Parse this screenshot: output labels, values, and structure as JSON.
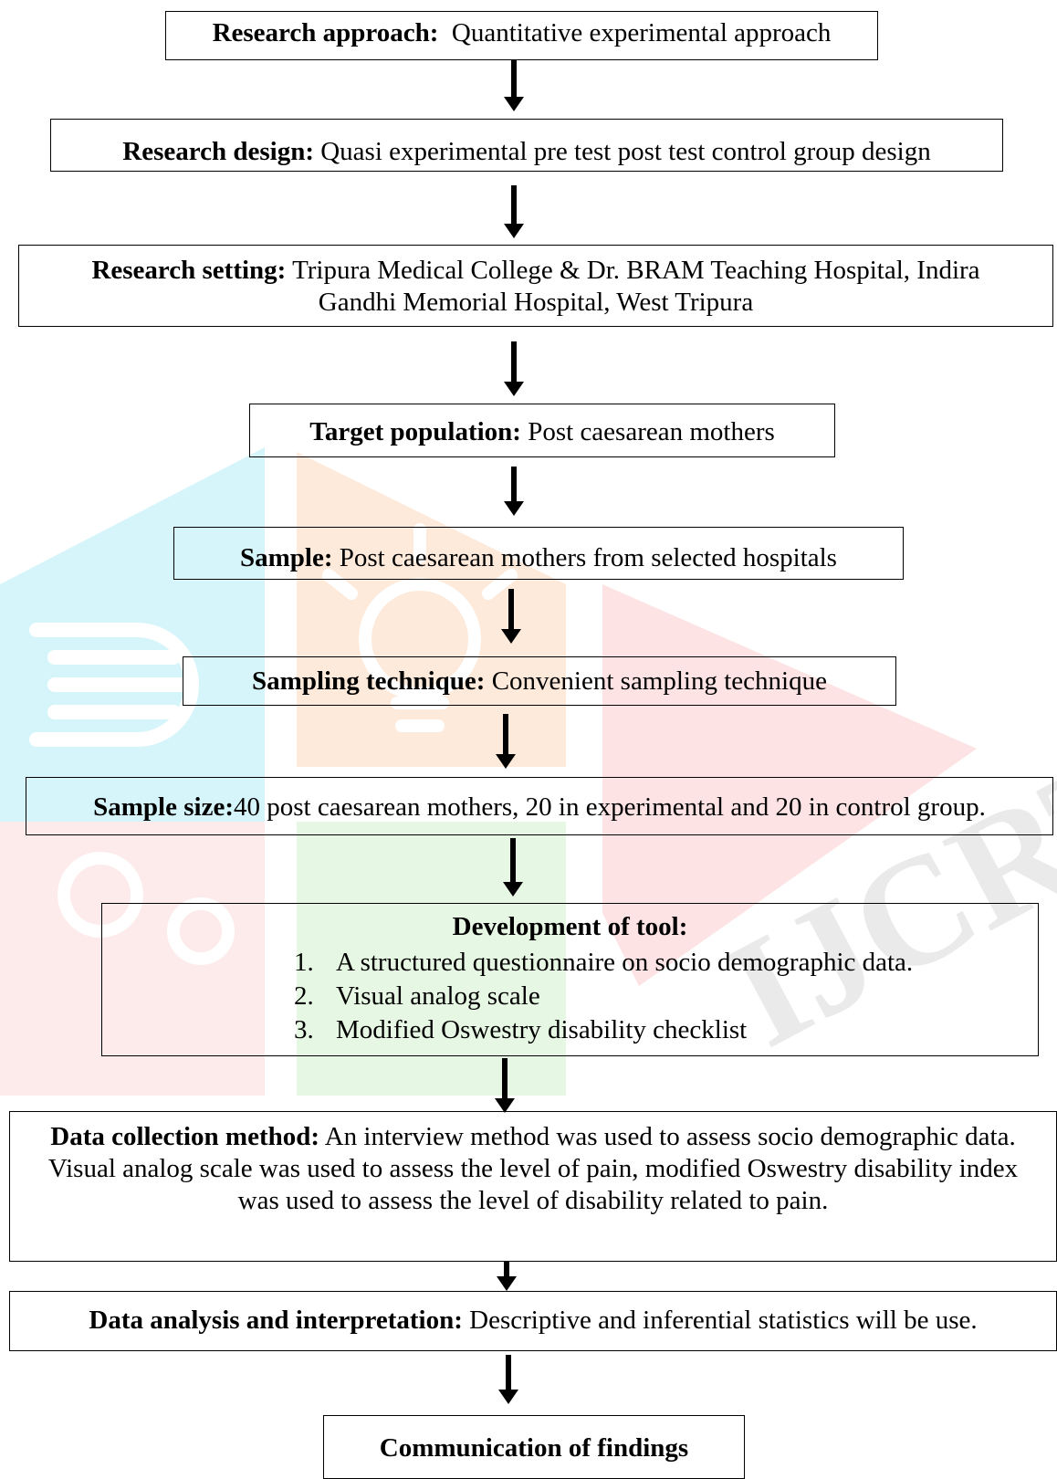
{
  "steps": [
    {
      "label": "Research approach:",
      "text": "Quantitative experimental approach"
    },
    {
      "label": "Research design:",
      "text": "Quasi experimental pre test post test control group design"
    },
    {
      "label": "Research setting:",
      "text": "Tripura Medical College & Dr. BRAM Teaching Hospital, Indira Gandhi Memorial Hospital, West Tripura"
    },
    {
      "label": "Target population:",
      "text": "Post caesarean mothers"
    },
    {
      "label": "Sample:",
      "text": "Post caesarean mothers from selected hospitals"
    },
    {
      "label": "Sampling technique:",
      "text": "Convenient sampling technique"
    },
    {
      "label": "Sample size:",
      "text": "40 post caesarean mothers, 20 in experimental and 20 in control group."
    },
    {
      "label": "Development of tool:",
      "items": [
        {
          "num": "1.",
          "text": "A structured questionnaire on socio demographic data."
        },
        {
          "num": "2.",
          "text": "Visual analog scale"
        },
        {
          "num": "3.",
          "text": "Modified Oswestry disability checklist"
        }
      ]
    },
    {
      "label": "Data collection method:",
      "text": "An interview method was used to assess socio demographic data. Visual analog scale was used to assess the level of pain, modified Oswestry disability index was used to assess the level of disability related to pain."
    },
    {
      "label": "Data analysis and interpretation:",
      "text": "Descriptive and inferential statistics will be use."
    },
    {
      "label": "Communication of findings"
    }
  ],
  "watermark": {
    "text": "IJCRT",
    "colors": [
      "#c9f1f9",
      "#fde6d3",
      "#e2f6e0",
      "#fde0e0",
      "#e9e9e9"
    ]
  }
}
